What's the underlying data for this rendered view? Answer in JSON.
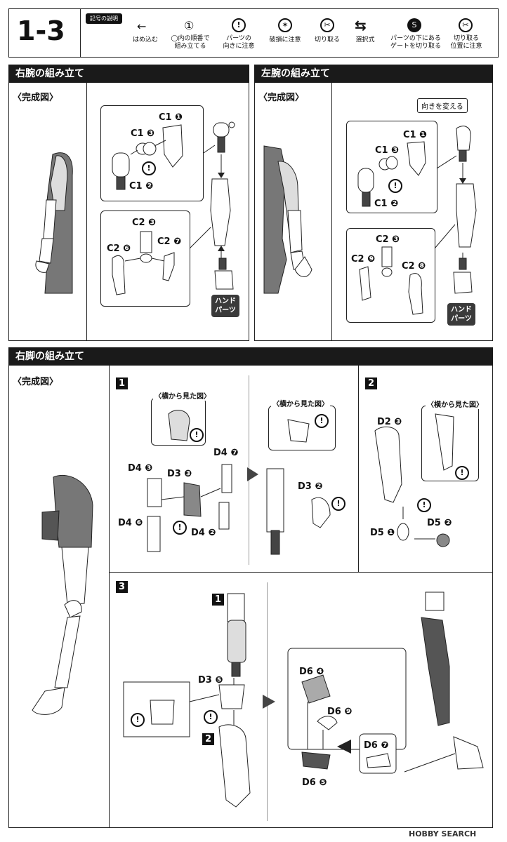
{
  "page": {
    "number": "1-3"
  },
  "legend": {
    "title": "記号の説明",
    "items": [
      {
        "icon": "arrow-left-icon",
        "label": "はめ込む"
      },
      {
        "icon": "circled-1-icon",
        "label": "◯内の順番で\n組み立てる"
      },
      {
        "icon": "exclamation-icon",
        "label": "パーツの\n向きに注意"
      },
      {
        "icon": "breakage-icon",
        "label": "破損に注意"
      },
      {
        "icon": "cut-icon",
        "label": "切り取る"
      },
      {
        "icon": "choice-arrows-icon",
        "label": "選択式"
      },
      {
        "icon": "gate-cut-icon",
        "label": "パーツの下にある\nゲートを切り取る"
      },
      {
        "icon": "cut-position-icon",
        "label": "切り取る\n位置に注意"
      }
    ]
  },
  "right_arm": {
    "title": "右腕の組み立て",
    "completed": "〈完成図〉",
    "labels": [
      "C1 ❶",
      "C1 ❸",
      "C1 ❷",
      "C2 ❸",
      "C2 ❻",
      "C2 ❼"
    ],
    "hand_tag": "ハンド\nパーツ"
  },
  "left_arm": {
    "title": "左腕の組み立て",
    "completed": "〈完成図〉",
    "note": "向きを変える",
    "labels": [
      "C1 ❶",
      "C1 ❸",
      "C1 ❷",
      "C2 ❸",
      "C2 ❾",
      "C2 ❽"
    ],
    "hand_tag": "ハンド\nパーツ"
  },
  "right_leg": {
    "title": "右脚の組み立て",
    "completed": "〈完成図〉",
    "step1": {
      "num": "1",
      "side_view": "〈横から見た図〉",
      "labels": [
        "D4 ❼",
        "D4 ❸",
        "D3 ❸",
        "D4 ❻",
        "D4 ❷"
      ],
      "side_view2": "〈横から見た図〉",
      "label_d3": "D3 ❷"
    },
    "step2": {
      "num": "2",
      "side_view": "〈横から見た図〉",
      "labels": [
        "D2 ❸",
        "D5 ❶",
        "D5 ❷"
      ]
    },
    "step3": {
      "num": "3",
      "ref1": "1",
      "ref2": "2",
      "labels": [
        "D3 ❺",
        "D6 ❹",
        "D6 ❾",
        "D6 ❼",
        "D6 ❺"
      ]
    }
  },
  "watermark": "HOBBY SEARCH"
}
